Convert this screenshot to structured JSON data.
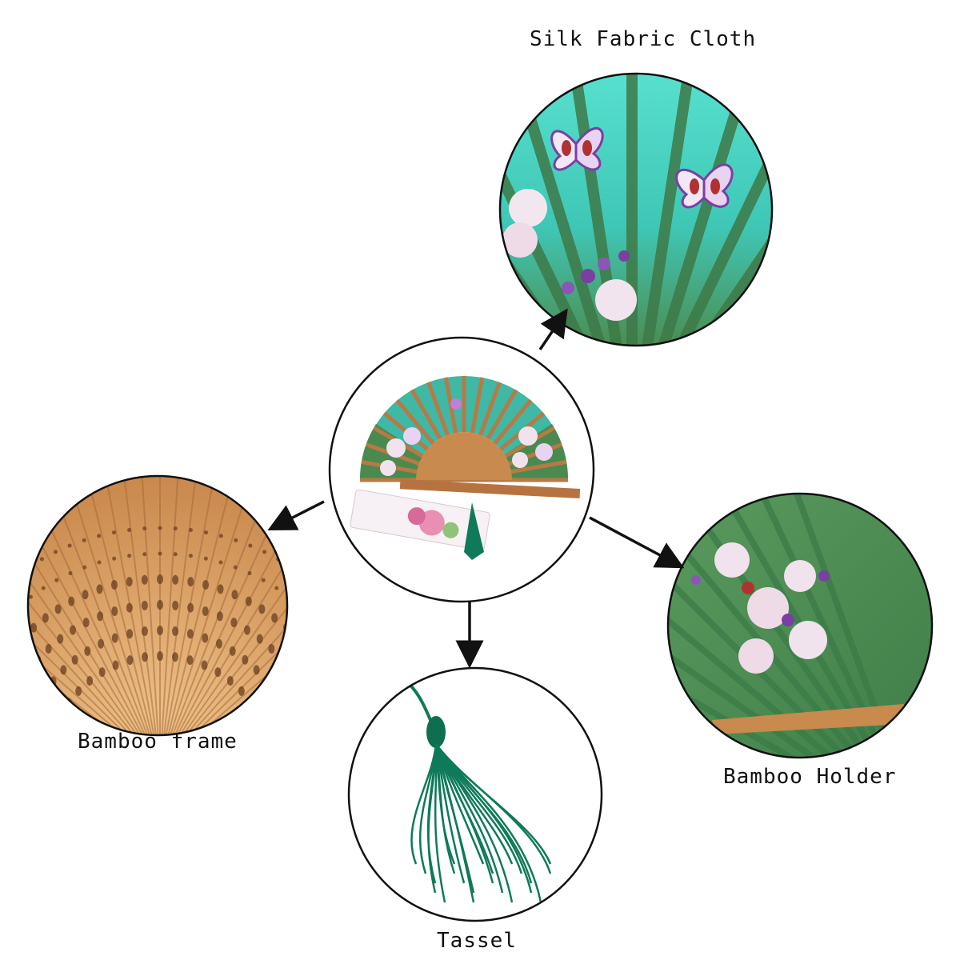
{
  "labels": {
    "silk": "Silk Fabric Cloth",
    "frame": "Bamboo frame",
    "holder": "Bamboo Holder",
    "tassel": "Tassel"
  },
  "colors": {
    "silk_teal": "#3fd1bf",
    "silk_green": "#4f8f52",
    "bamboo": "#c98a4e",
    "tassel_green": "#0f7a5a",
    "outline": "#111111"
  }
}
